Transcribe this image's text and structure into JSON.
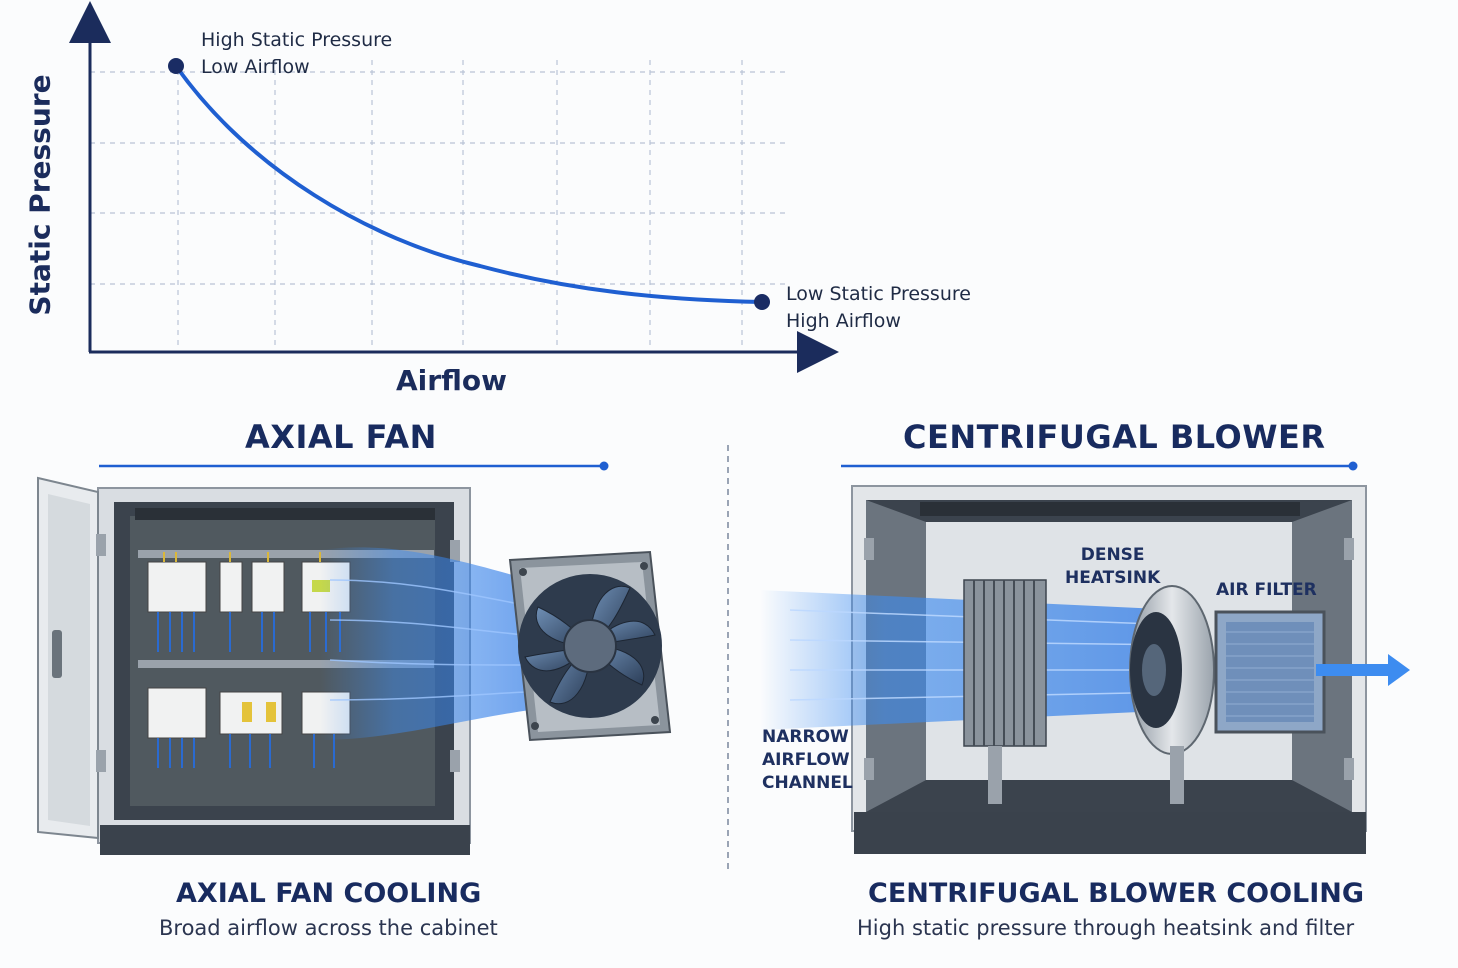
{
  "chart_data": {
    "type": "line",
    "xlabel": "Airflow",
    "ylabel": "Static Pressure",
    "grid": true,
    "annotations": [
      {
        "point": "start",
        "lines": [
          "High Static Pressure",
          "Low Airflow"
        ]
      },
      {
        "point": "end",
        "lines": [
          "Low Static Pressure",
          "High Airflow"
        ]
      }
    ]
  },
  "axial": {
    "title": "AXIAL FAN",
    "caption": "AXIAL FAN COOLING",
    "subtitle": "Broad airflow across the cabinet"
  },
  "centrifugal": {
    "title": "CENTRIFUGAL BLOWER",
    "caption": "CENTRIFUGAL BLOWER COOLING",
    "subtitle": "High static pressure through heatsink and filter",
    "callouts": {
      "heatsink": [
        "DENSE",
        "HEATSINK"
      ],
      "filter": [
        "AIR FILTER"
      ],
      "channel": [
        "NARROW",
        "AIRFLOW",
        "CHANNEL"
      ]
    }
  },
  "colors": {
    "accent": "#1f5fd1",
    "navy": "#182b5f",
    "air": "#3d8cf0"
  }
}
